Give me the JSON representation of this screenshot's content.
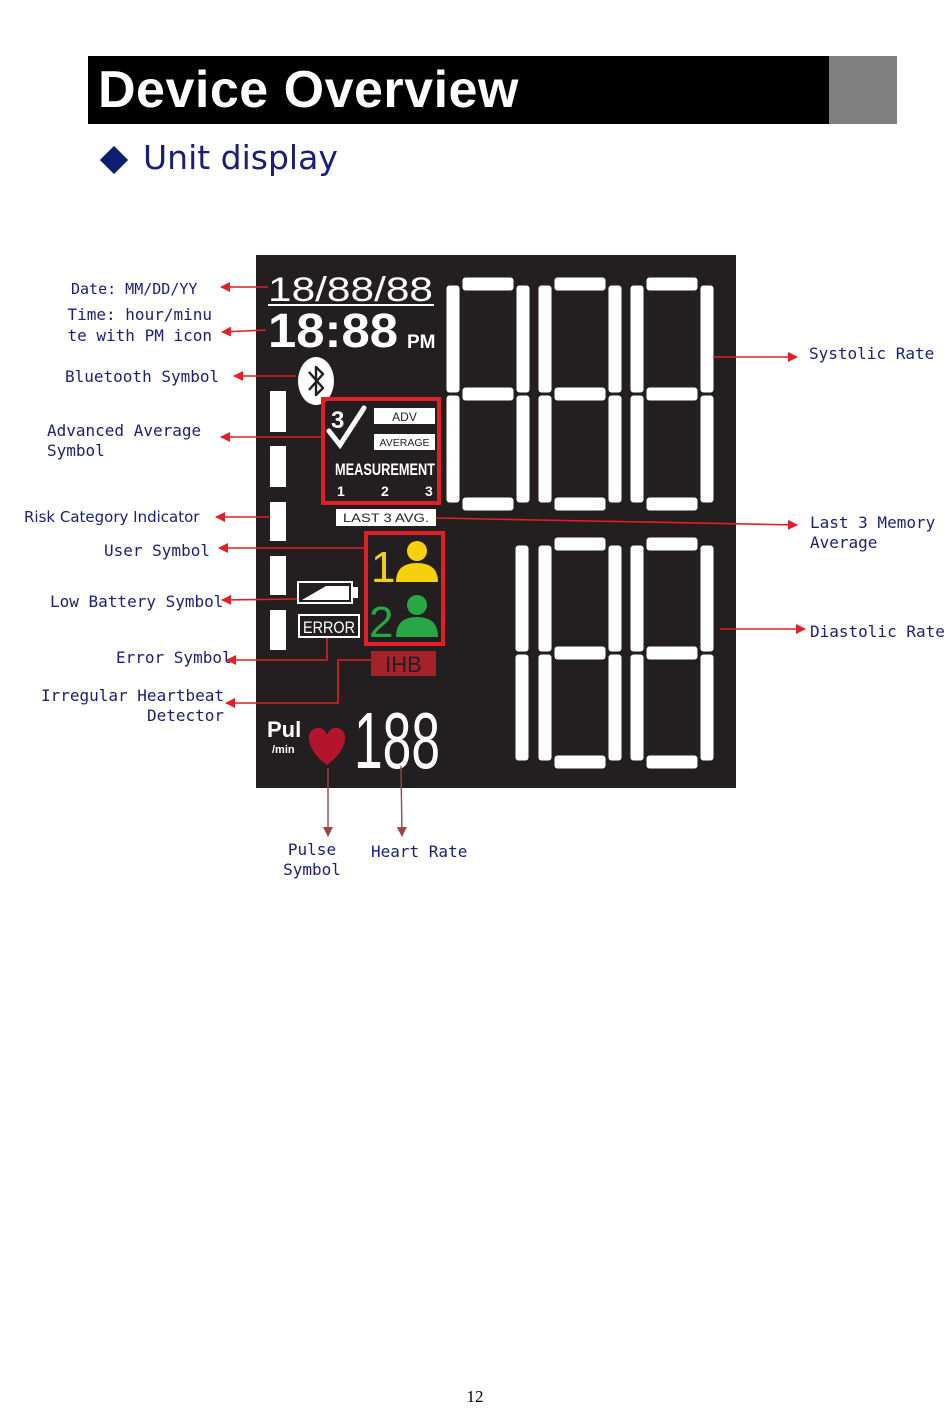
{
  "header": {
    "title": "Device Overview"
  },
  "section": {
    "title": "Unit display"
  },
  "lcd": {
    "date_readout": "18/88/88",
    "time_readout": "18:88",
    "pm": "PM",
    "adv": "ADV",
    "average": "AVERAGE",
    "check_count": "3",
    "measurement": "MEASUREMENT",
    "measurement_numbers": [
      "1",
      "2",
      "3"
    ],
    "last3avg": "LAST 3 AVG.",
    "user1": "1",
    "user2": "2",
    "error": "ERROR",
    "ihb": "IHB",
    "pul": "Pul",
    "per_min": "/min",
    "pulse_readout": "188",
    "colors": {
      "lcd_background": "#231f20",
      "segment": "#ffffff",
      "highlight_box": "#e31e24",
      "user1": "#f4d10b",
      "user2": "#27a844",
      "ihb_background": "#a5222b",
      "heart": "#b3162c"
    },
    "icons": [
      "bluetooth-icon",
      "checkmark-icon",
      "battery-icon",
      "user-icon",
      "heart-icon"
    ]
  },
  "labels": {
    "date": "Date: MM/DD/YY",
    "time_line1": "Time: hour/minu",
    "time_line2": "te with PM icon",
    "bluetooth": "Bluetooth Symbol",
    "advanced_line1": "Advanced Average",
    "advanced_line2": "Symbol",
    "risk": "Risk Category Indicator",
    "user": "User Symbol",
    "low_battery": "Low Battery Symbol",
    "error": "Error Symbol",
    "ihb_line1": "Irregular Heartbeat",
    "ihb_line2": "Detector",
    "pulse_line1": "Pulse",
    "pulse_line2": "Symbol",
    "heart_rate": "Heart Rate",
    "systolic": "Systolic Rate",
    "last3_line1": "Last 3 Memory",
    "last3_line2": "Average",
    "diastolic": "Diastolic Rate"
  },
  "footer": {
    "page_number": "12"
  }
}
